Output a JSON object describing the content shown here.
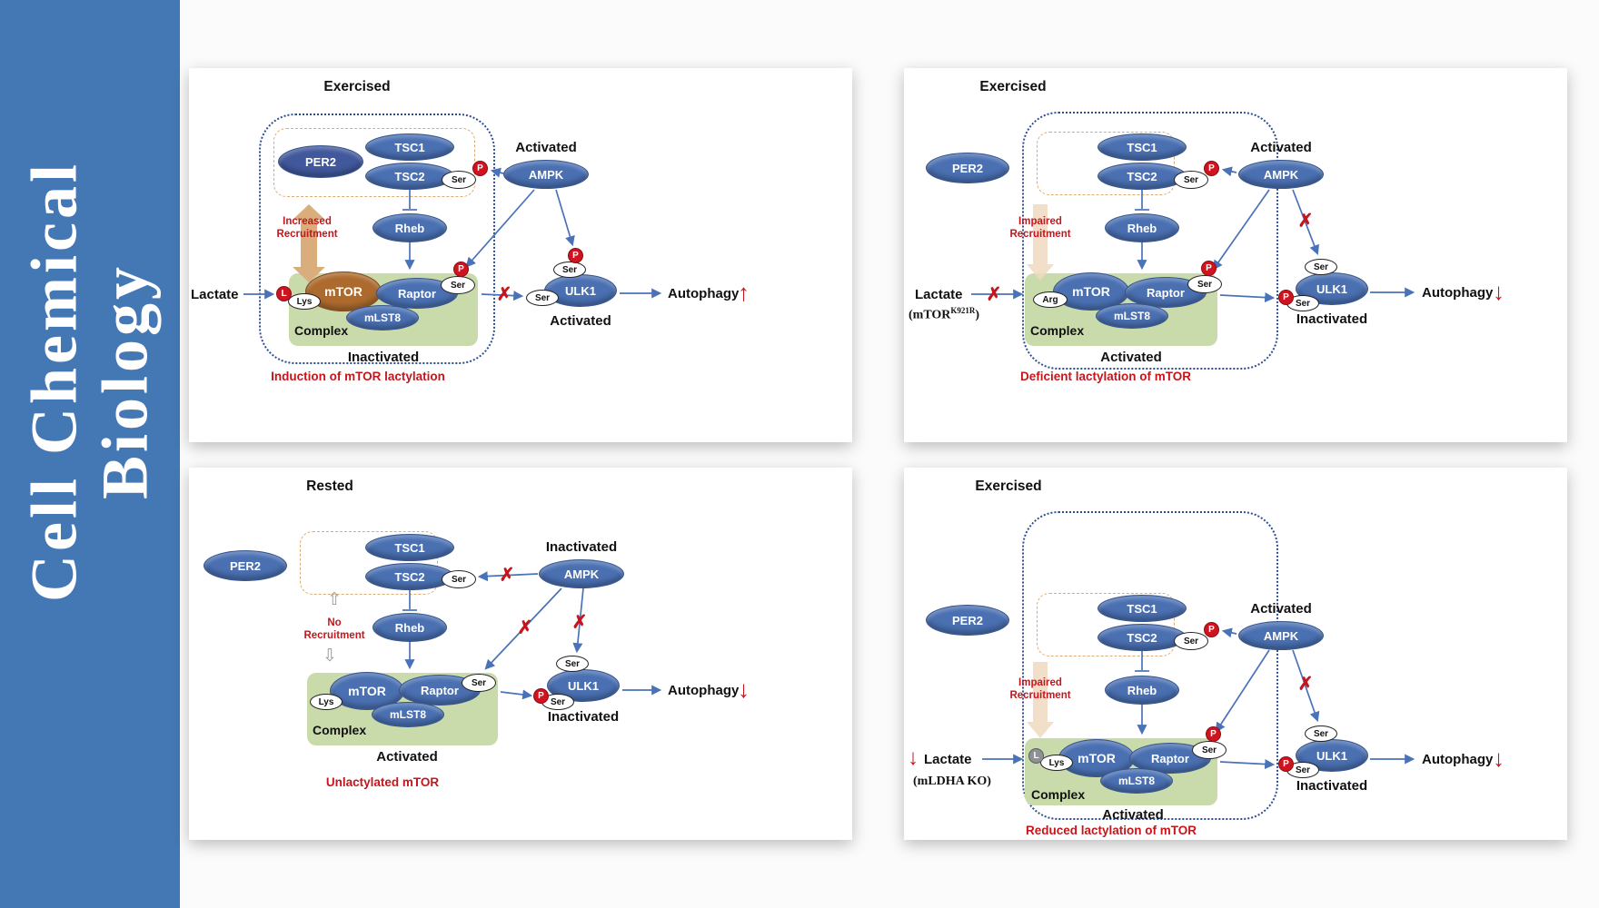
{
  "journal": {
    "line1": "Cell Chemical",
    "line2": "Biology"
  },
  "glyphs": {
    "x": "✗",
    "ghost_up": "⇧",
    "ghost_down": "⇩"
  },
  "panels": [
    {
      "title": "Exercised",
      "per2": "PER2",
      "tsc1": "TSC1",
      "tsc2": "TSC2",
      "tsc2_ser": "Ser",
      "tsc2_p": "P",
      "ampk": "AMPK",
      "ampk_state": "Activated",
      "rheb": "Rheb",
      "recruitment": "Increased\nRecruitment",
      "lactate": "Lactate",
      "l_badge": "L",
      "lys": "Lys",
      "mtor": "mTOR",
      "raptor": "Raptor",
      "mlst8": "mLST8",
      "complex_p": "P",
      "complex_ser": "Ser",
      "complex_label": "Complex",
      "complex_state": "Inactivated",
      "ulk1": "ULK1",
      "ulk1_top_p": "P",
      "ulk1_top_ser": "Ser",
      "ulk1_side_ser": "Ser",
      "ulk1_state": "Activated",
      "autophagy": "Autophagy",
      "autophagy_dir": "↑",
      "caption": "Induction of mTOR lactylation"
    },
    {
      "title": "Exercised",
      "per2": "PER2",
      "tsc1": "TSC1",
      "tsc2": "TSC2",
      "tsc2_ser": "Ser",
      "tsc2_p": "P",
      "ampk": "AMPK",
      "ampk_state": "Activated",
      "rheb": "Rheb",
      "recruitment": "Impaired\nRecruitment",
      "lactate": "Lactate",
      "note_pre": "(mTOR",
      "note_sup": "K921R",
      "note_post": ")",
      "arg": "Arg",
      "mtor": "mTOR",
      "raptor": "Raptor",
      "mlst8": "mLST8",
      "complex_p": "P",
      "complex_ser": "Ser",
      "complex_label": "Complex",
      "complex_state": "Activated",
      "ulk1": "ULK1",
      "ulk1_top_ser": "Ser",
      "ulk1_side_p": "P",
      "ulk1_side_ser": "Ser",
      "ulk1_state": "Inactivated",
      "autophagy": "Autophagy",
      "autophagy_dir": "↓",
      "caption": "Deficient lactylation of mTOR"
    },
    {
      "title": "Rested",
      "per2": "PER2",
      "tsc1": "TSC1",
      "tsc2": "TSC2",
      "tsc2_ser": "Ser",
      "ampk": "AMPK",
      "ampk_state": "Inactivated",
      "rheb": "Rheb",
      "recruitment": "No\nRecruitment",
      "lys": "Lys",
      "mtor": "mTOR",
      "raptor": "Raptor",
      "mlst8": "mLST8",
      "complex_ser": "Ser",
      "complex_label": "Complex",
      "complex_state": "Activated",
      "ulk1": "ULK1",
      "ulk1_top_ser": "Ser",
      "ulk1_side_p": "P",
      "ulk1_side_ser": "Ser",
      "ulk1_state": "Inactivated",
      "autophagy": "Autophagy",
      "autophagy_dir": "↓",
      "caption": "Unlactylated mTOR"
    },
    {
      "title": "Exercised",
      "per2": "PER2",
      "tsc1": "TSC1",
      "tsc2": "TSC2",
      "tsc2_ser": "Ser",
      "tsc2_p": "P",
      "ampk": "AMPK",
      "ampk_state": "Activated",
      "rheb": "Rheb",
      "recruitment": "Impaired\nRecruitment",
      "lactate_prefix": "↓",
      "lactate": "Lactate",
      "note_pre": "(mLDHA KO)",
      "l_badge": "L",
      "lys": "Lys",
      "mtor": "mTOR",
      "raptor": "Raptor",
      "mlst8": "mLST8",
      "complex_p": "P",
      "complex_ser": "Ser",
      "complex_label": "Complex",
      "complex_state": "Activated",
      "ulk1": "ULK1",
      "ulk1_top_ser": "Ser",
      "ulk1_side_p": "P",
      "ulk1_side_ser": "Ser",
      "ulk1_state": "Inactivated",
      "autophagy": "Autophagy",
      "autophagy_dir": "↓",
      "caption": "Reduced lactylation of mTOR"
    }
  ]
}
